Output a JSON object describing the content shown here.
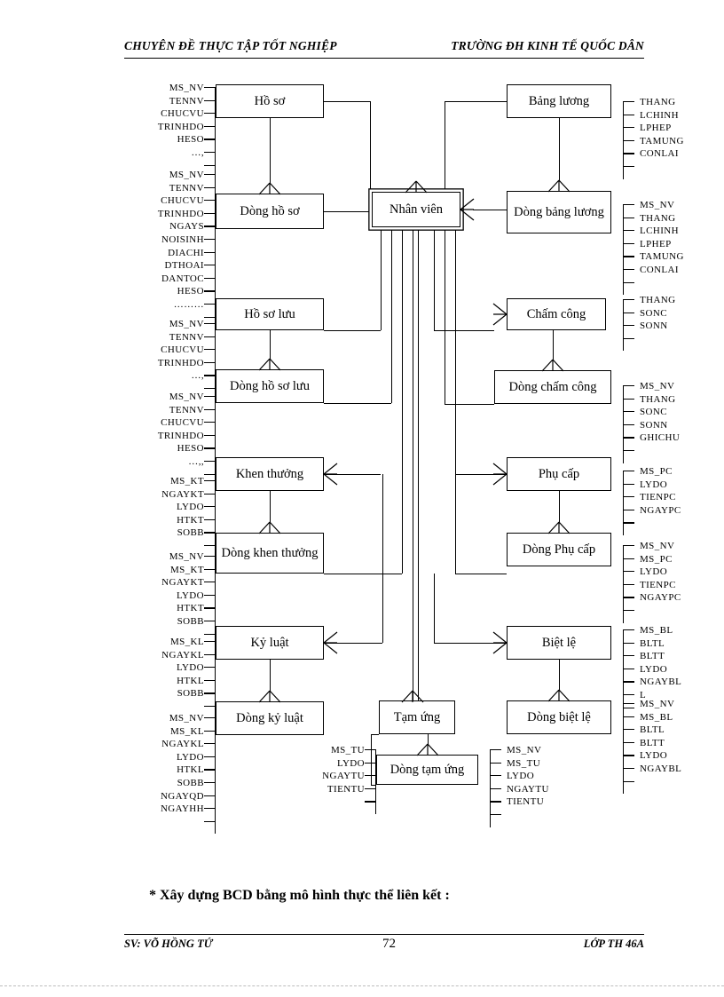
{
  "header": {
    "left": "CHUYÊN ĐỀ THỰC TẬP TỐT NGHIỆP",
    "right": "TRƯỜNG ĐH KINH TẾ QUỐC DÂN"
  },
  "footer": {
    "note": "* Xây dựng BCD bằng mô hình thực thể liên kết :",
    "student": "SV: VÕ HỒNG TỨ",
    "page_number": "72",
    "class": "LỚP TH 46A"
  },
  "diagram": {
    "type": "entity-relationship-diagram",
    "entities": [
      {
        "id": "ho-so",
        "label": "Hồ sơ"
      },
      {
        "id": "dong-ho-so",
        "label": "Dòng hồ sơ"
      },
      {
        "id": "ho-so-luu",
        "label": "Hồ sơ lưu"
      },
      {
        "id": "dong-ho-so-luu",
        "label": "Dòng hồ sơ lưu"
      },
      {
        "id": "khen-thuong",
        "label": "Khen thưởng"
      },
      {
        "id": "dong-khen-thuong",
        "label": "Dòng khen thưởng"
      },
      {
        "id": "ky-luat",
        "label": "Kỷ luật"
      },
      {
        "id": "dong-ky-luat",
        "label": "Dòng kỷ luật"
      },
      {
        "id": "nhan-vien",
        "label": "Nhân viên"
      },
      {
        "id": "tam-ung",
        "label": "Tạm ứng"
      },
      {
        "id": "dong-tam-ung",
        "label": "Dòng tạm ứng"
      },
      {
        "id": "bang-luong",
        "label": "Bảng lương"
      },
      {
        "id": "dong-bang-luong",
        "label": "Dòng bảng lương"
      },
      {
        "id": "cham-cong",
        "label": "Chấm công"
      },
      {
        "id": "dong-cham-cong",
        "label": "Dòng chấm công"
      },
      {
        "id": "phu-cap",
        "label": "Phụ cấp"
      },
      {
        "id": "dong-phu-cap",
        "label": "Dòng Phụ cấp"
      },
      {
        "id": "biet-le",
        "label": "Biệt lệ"
      },
      {
        "id": "dong-biet-le",
        "label": "Dòng biệt lệ"
      }
    ],
    "attribute_groups": [
      {
        "id": "attrs-ho-so",
        "side": "left",
        "items": [
          "MS_NV",
          "TENNV",
          "CHUCVU",
          "TRINHDO",
          "HESO",
          "…,"
        ]
      },
      {
        "id": "attrs-dong-ho-so",
        "side": "left",
        "items": [
          "MS_NV",
          "TENNV",
          "CHUCVU",
          "TRINHDO",
          "NGAYS",
          "NOISINH",
          "DIACHI",
          "DTHOAI",
          "DANTOC",
          "HESO",
          "………"
        ]
      },
      {
        "id": "attrs-ho-so-luu",
        "side": "left",
        "items": [
          "MS_NV",
          "TENNV",
          "CHUCVU",
          "TRINHDO",
          "…,"
        ]
      },
      {
        "id": "attrs-dong-ho-so-luu",
        "side": "left",
        "items": [
          "MS_NV",
          "TENNV",
          "CHUCVU",
          "TRINHDO",
          "HESO",
          "…,,"
        ]
      },
      {
        "id": "attrs-khen-thuong",
        "side": "left",
        "items": [
          "MS_KT",
          "NGAYKT",
          "LYDO",
          "HTKT",
          "SOBB"
        ]
      },
      {
        "id": "attrs-dong-khen-thuong",
        "side": "left",
        "items": [
          "MS_NV",
          "MS_KT",
          "NGAYKT",
          "LYDO",
          "HTKT",
          "SOBB"
        ]
      },
      {
        "id": "attrs-ky-luat",
        "side": "left",
        "items": [
          "MS_KL",
          "NGAYKL",
          "LYDO",
          "HTKL",
          "SOBB"
        ]
      },
      {
        "id": "attrs-dong-ky-luat",
        "side": "left",
        "items": [
          "MS_NV",
          "MS_KL",
          "NGAYKL",
          "LYDO",
          "HTKL",
          "SOBB",
          "NGAYQD",
          "NGAYHH"
        ]
      },
      {
        "id": "attrs-tam-ung",
        "side": "left",
        "items": [
          "MS_TU",
          "LYDO",
          "NGAYTU",
          "TIENTU"
        ]
      },
      {
        "id": "attrs-bang-luong",
        "side": "right",
        "items": [
          "THANG",
          "LCHINH",
          "LPHEP",
          "TAMUNG",
          "CONLAI"
        ]
      },
      {
        "id": "attrs-dong-bang-luong",
        "side": "right",
        "items": [
          "MS_NV",
          "THANG",
          "LCHINH",
          "LPHEP",
          "TAMUNG",
          "CONLAI"
        ]
      },
      {
        "id": "attrs-cham-cong",
        "side": "right",
        "items": [
          "THANG",
          "SONC",
          "SONN"
        ]
      },
      {
        "id": "attrs-dong-cham-cong",
        "side": "right",
        "items": [
          "MS_NV",
          "THANG",
          "SONC",
          "SONN",
          "GHICHU"
        ]
      },
      {
        "id": "attrs-phu-cap",
        "side": "right",
        "items": [
          "MS_PC",
          "LYDO",
          "TIENPC",
          "NGAYPC"
        ]
      },
      {
        "id": "attrs-dong-phu-cap",
        "side": "right",
        "items": [
          "MS_NV",
          "MS_PC",
          "LYDO",
          "TIENPC",
          "NGAYPC"
        ]
      },
      {
        "id": "attrs-biet-le",
        "side": "right",
        "items": [
          "MS_BL",
          "BLTL",
          "BLTT",
          "LYDO",
          "NGAYBL",
          "L"
        ]
      },
      {
        "id": "attrs-dong-biet-le",
        "side": "right",
        "items": [
          "MS_NV",
          "MS_BL",
          "BLTL",
          "BLTT",
          "LYDO",
          "NGAYBL"
        ]
      },
      {
        "id": "attrs-dong-tam-ung",
        "side": "right",
        "items": [
          "MS_NV",
          "MS_TU",
          "LYDO",
          "NGAYTU",
          "TIENTU"
        ]
      }
    ]
  }
}
